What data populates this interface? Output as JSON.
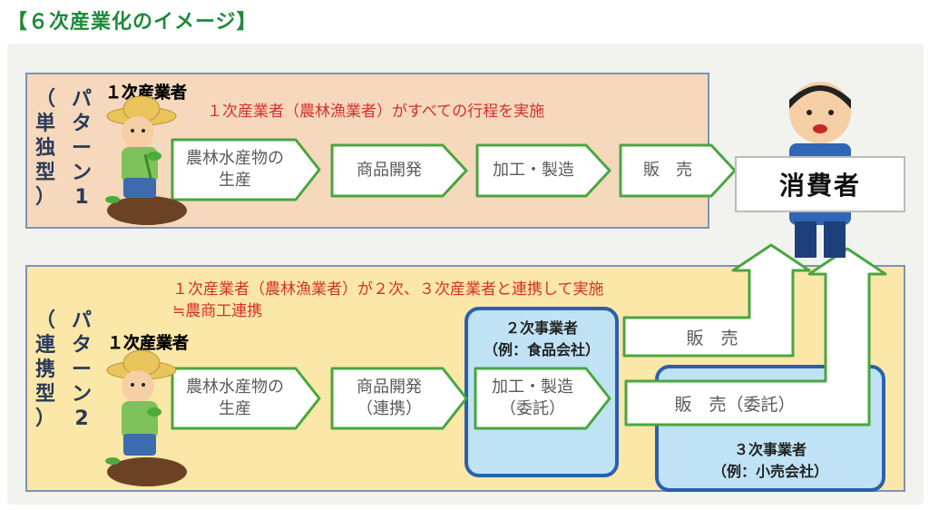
{
  "title": "【６次産業化のイメージ】",
  "pattern1": {
    "label_line1": [
      "パ",
      "タ",
      "ー",
      "ン",
      "1"
    ],
    "label_line2": [
      "（",
      "単",
      "独",
      "型",
      "）"
    ],
    "farmer_label": "１次産業者",
    "description": "１次産業者（農林漁業者）がすべての行程を実施",
    "steps": [
      "農林水産物の\n生産",
      "商品開発",
      "加工・製造",
      "販　売"
    ]
  },
  "pattern2": {
    "label_line1": [
      "パ",
      "タ",
      "ー",
      "ン",
      "2"
    ],
    "label_line2": [
      "（",
      "連",
      "携",
      "型",
      "）"
    ],
    "farmer_label": "１次産業者",
    "description_line1": "１次産業者（農林漁業者）が２次、３次産業者と連携して実施",
    "description_line2": "≒農商工連携",
    "steps": [
      "農林水産物の\n生産",
      "商品開発\n（連携）",
      "加工・製造\n（委託）"
    ],
    "secondary": {
      "name": "２次事業者",
      "example": "（例：食品会社）"
    },
    "tertiary": {
      "name": "３次事業者",
      "example": "（例：小売会社）"
    },
    "sales_top": "販　売",
    "sales_bottom": "販　売（委託）"
  },
  "consumer": "消費者",
  "colors": {
    "title_green": "#1f8a3a",
    "arrow_green": "#4aa640",
    "band1": "#f6d8bd",
    "band2": "#fbe7a7",
    "blue_box": "#bfe3f4",
    "red_text": "#d3312a"
  }
}
